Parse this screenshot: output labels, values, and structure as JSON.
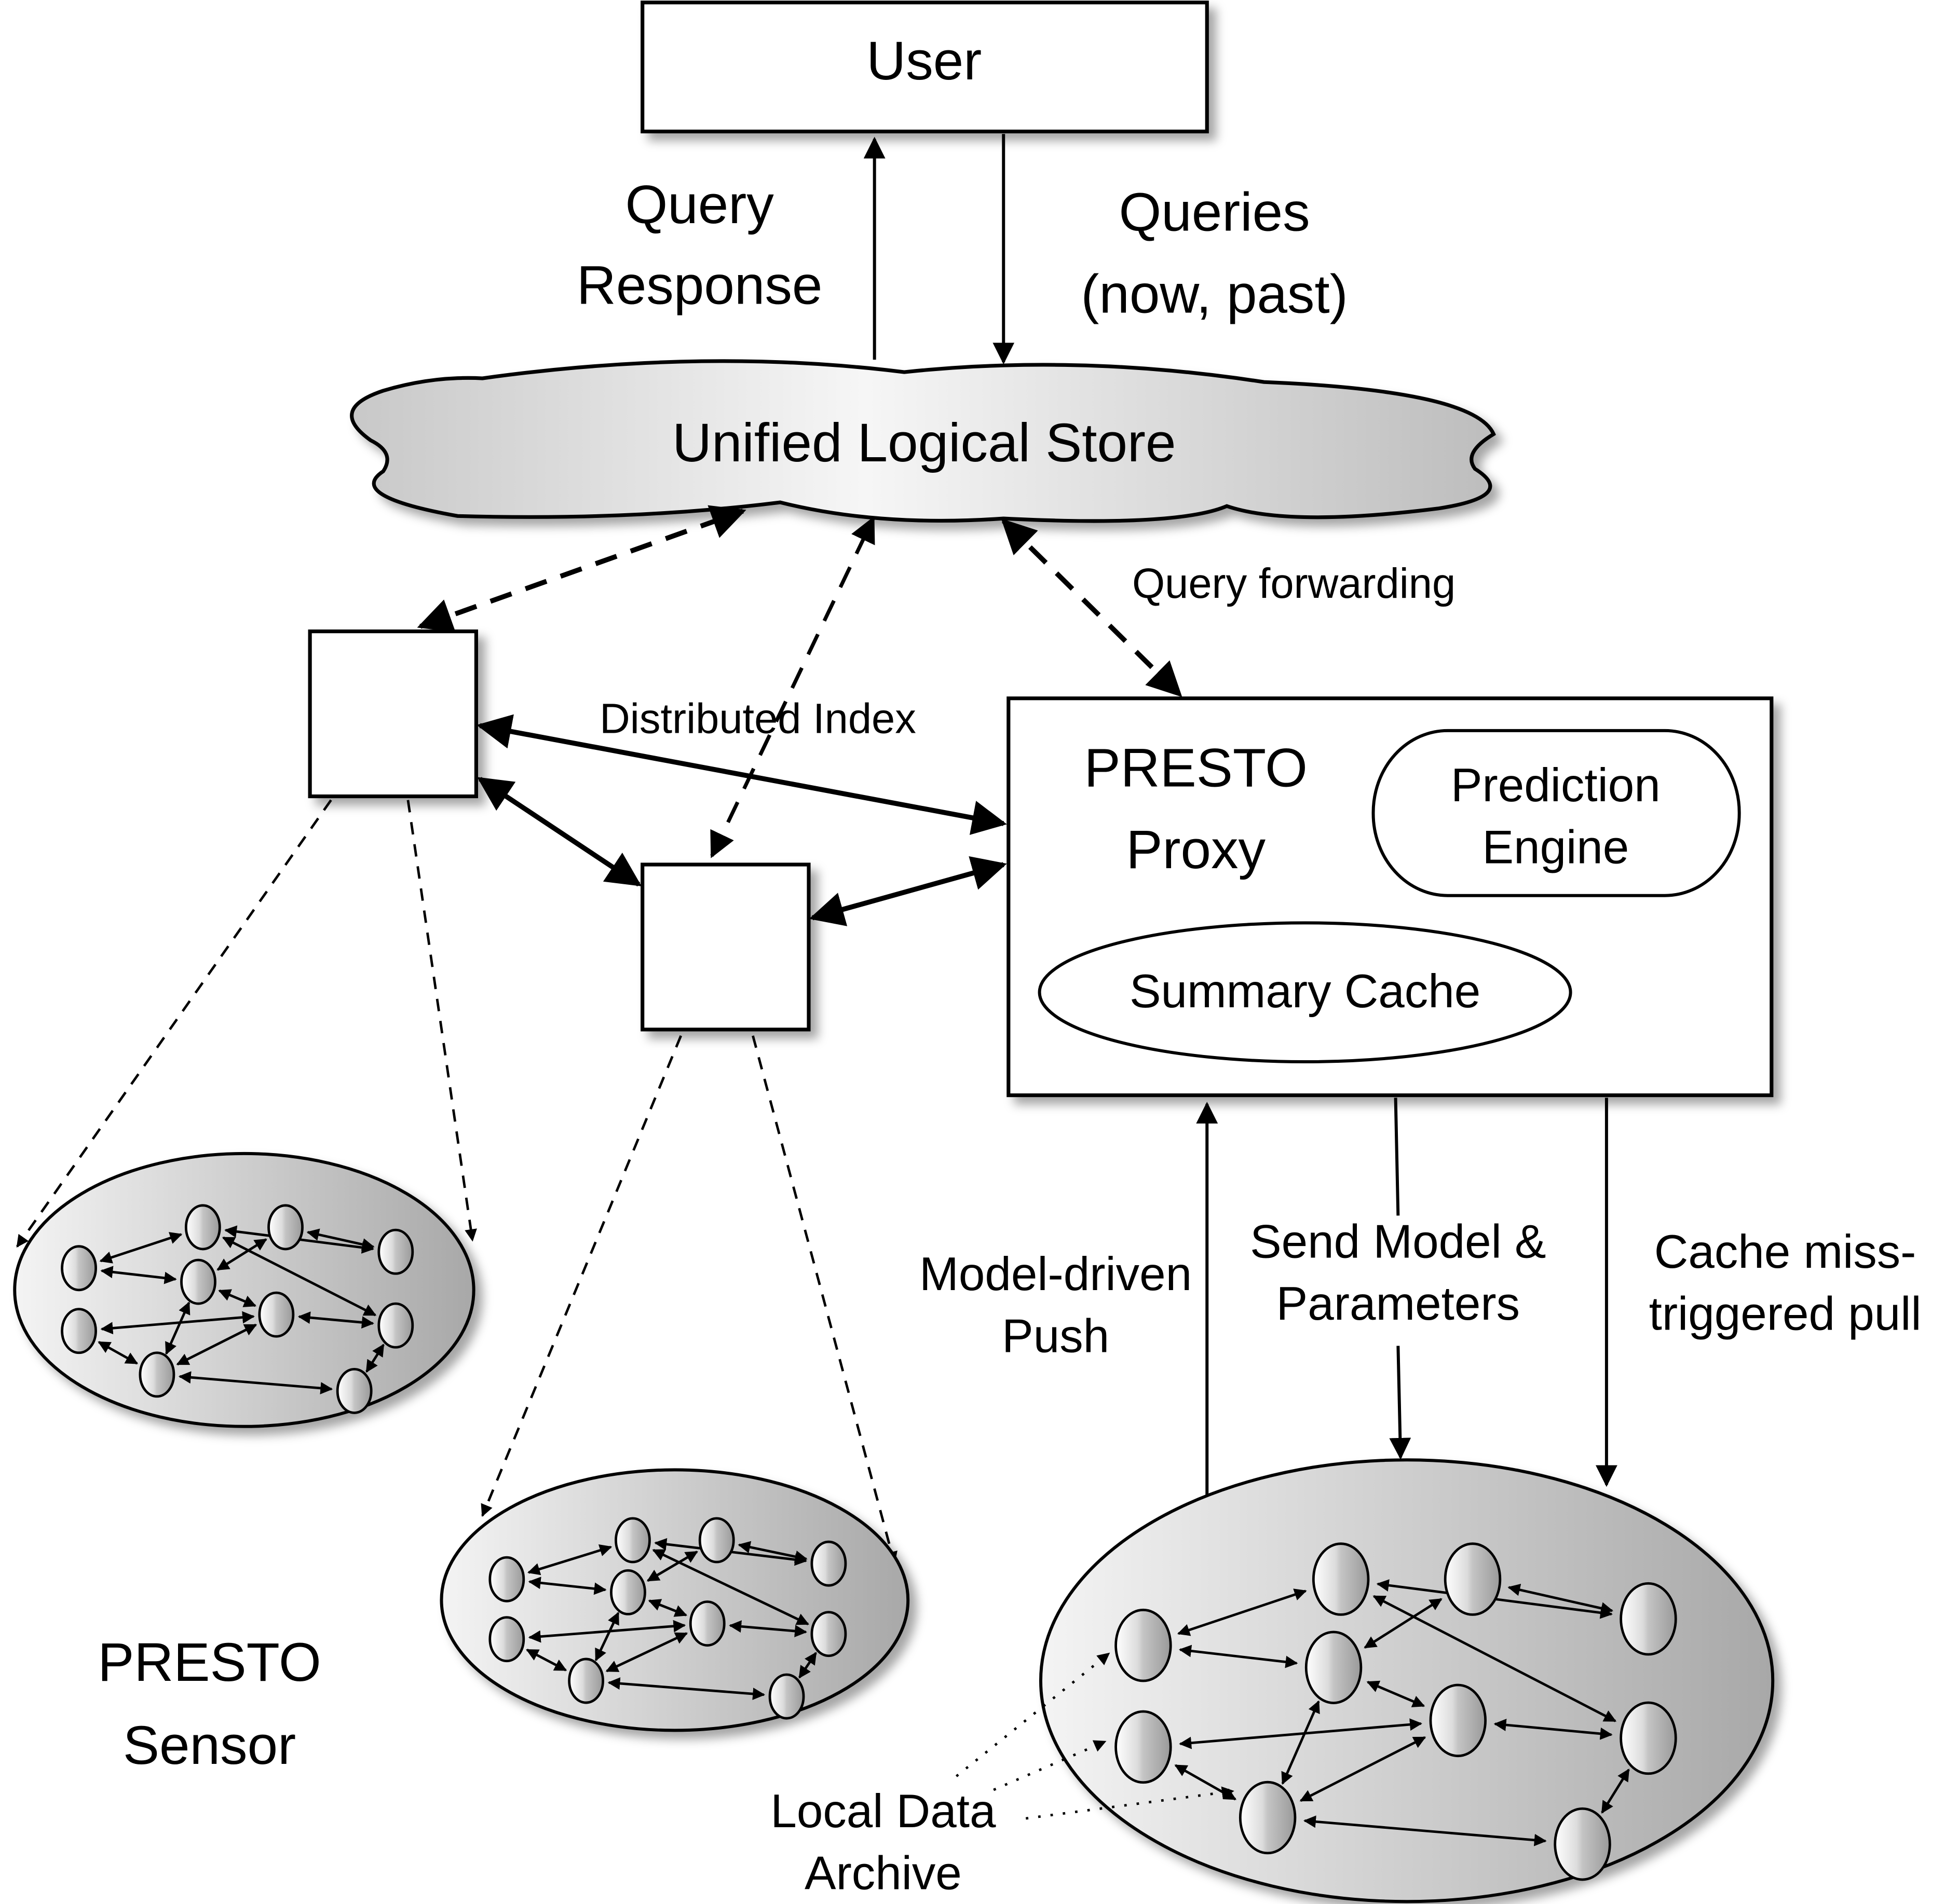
{
  "user_box": {
    "label": "User"
  },
  "arrows_top": {
    "query_response": [
      "Query",
      "Response"
    ],
    "queries": [
      "Queries",
      "(now, past)"
    ]
  },
  "store": {
    "label": "Unified Logical Store"
  },
  "links": {
    "query_forwarding": "Query forwarding",
    "distributed_index": "Distributed Index"
  },
  "proxy": {
    "title": [
      "PRESTO",
      "Proxy"
    ],
    "prediction_engine": [
      "Prediction",
      "Engine"
    ],
    "summary_cache": "Summary Cache"
  },
  "flows": {
    "model_driven_push": [
      "Model-driven",
      "Push"
    ],
    "send_model": [
      "Send Model &",
      "Parameters"
    ],
    "cache_miss": [
      "Cache miss-",
      "triggered pull"
    ]
  },
  "sensor": {
    "label": [
      "PRESTO",
      "Sensor"
    ]
  },
  "archive": {
    "label": [
      "Local Data",
      "Archive"
    ]
  },
  "colors": {
    "stroke": "#000000",
    "cloud_light": "#f4f4f4",
    "cloud_dark": "#bdbdbd",
    "cluster_light": "#f0f0f0",
    "cluster_dark": "#a8a8a8"
  }
}
